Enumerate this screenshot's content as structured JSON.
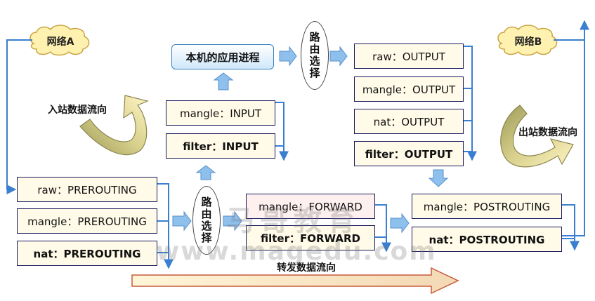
{
  "networks": {
    "a": "网络A",
    "b": "网络B"
  },
  "app": {
    "label": "本机的应用进程"
  },
  "routing": {
    "label": "路由选择"
  },
  "chains": {
    "raw_prerouting": "raw：PREROUTING",
    "mangle_prerouting": "mangle：PREROUTING",
    "nat_prerouting": "nat：PREROUTING",
    "mangle_input": "mangle：INPUT",
    "filter_input": "filter：INPUT",
    "raw_output": "raw：OUTPUT",
    "mangle_output": "mangle：OUTPUT",
    "nat_output": "nat：OUTPUT",
    "filter_output": "filter：OUTPUT",
    "mangle_forward": "mangle：FORWARD",
    "filter_forward": "filter：FORWARD",
    "mangle_postrouting": "mangle：POSTROUTING",
    "nat_postrouting": "nat：POSTROUTING"
  },
  "flows": {
    "inbound": "入站数据流向",
    "outbound": "出站数据流向",
    "forward": "转发数据流向"
  },
  "watermark": {
    "brand": "马哥教育",
    "url": "www.magedu.com"
  },
  "colors": {
    "line": "#3a7fd0",
    "box_border": "#1a1a5e",
    "box_fill": "#fffbe8",
    "block_arrow": "#8ec0ee",
    "curve_arrow_dark": "#a8a060",
    "curve_arrow_light": "#fff3bf"
  }
}
